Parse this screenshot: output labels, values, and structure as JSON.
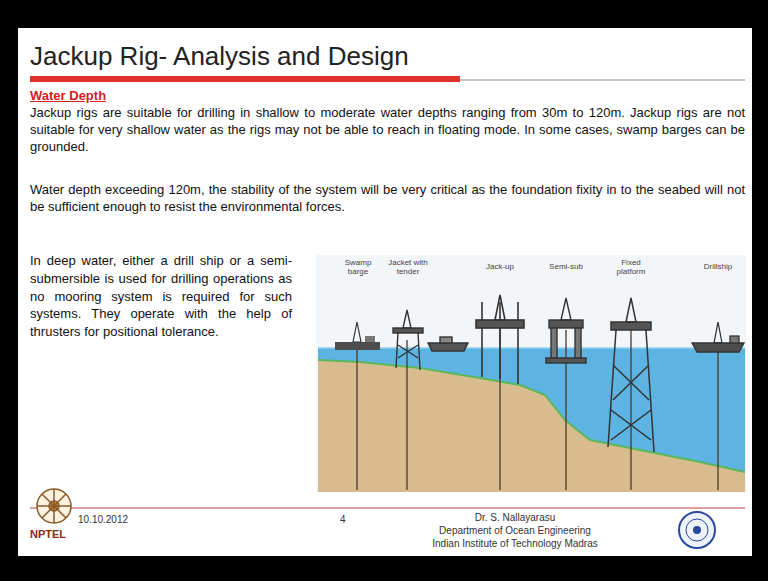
{
  "diagram": {
    "title": "Jackup Rig- Analysis and Design",
    "labels": [
      "Water Depth",
      "Jackup rigs are suitable for drilling in shallow to moderate water depths ranging from 30m to 120m. Jackup rigs are not suitable for very shallow water as the rigs may not be able to reach in floating mode. In some cases, swamp barges can be grounded.",
      "Water depth exceeding 120m, the stability of the system will be very critical as the foundation fixity in to the seabed will not be sufficient enough to resist the environmental forces.",
      "In deep water, either a drill ship or a semi-submersible is used for drilling operations as no mooring system is required for such systems. They operate with the help of thrusters for positional tolerance.",
      "Swamp barge",
      "Jacket with tender",
      "Jack-up",
      "Semi-sub",
      "Fixed platform",
      "Drillship",
      "10.10.2012",
      "4",
      "Dr. S. Nallayarasu",
      "Department of Ocean Engineering",
      "Indian Institute of Technology Madras",
      "NPTEL"
    ]
  }
}
